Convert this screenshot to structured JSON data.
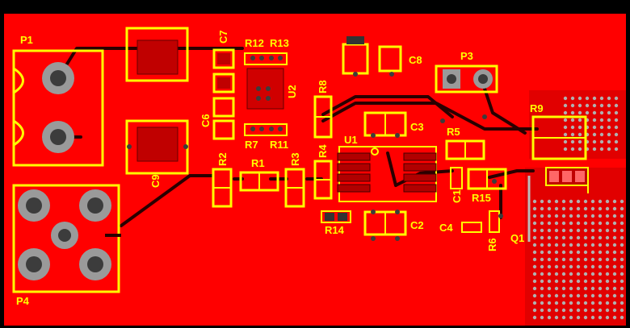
{
  "colors": {
    "background": "#000000",
    "copper": "#ff0000",
    "trace": "#1a0000",
    "silkscreen": "#ffff00",
    "pad": "#9a9a9a",
    "pad_hole": "#3c3c3c",
    "via_grid": "#b0b0b0"
  },
  "designators": {
    "P1": "P1",
    "P3": "P3",
    "P4": "P4",
    "C7": "C7",
    "C6": "C6",
    "C9": "C9",
    "C8": "C8",
    "C3": "C3",
    "C2": "C2",
    "C1": "C1",
    "C4": "C4",
    "R12": "R12",
    "R13": "R13",
    "U2": "U2",
    "R7": "R7",
    "R11": "R11",
    "R8": "R8",
    "R2": "R2",
    "R1": "R1",
    "R3": "R3",
    "R4": "R4",
    "U1": "U1",
    "R14": "R14",
    "R5": "R5",
    "R15": "R15",
    "R6": "R6",
    "R9": "R9",
    "Q1": "Q1"
  }
}
